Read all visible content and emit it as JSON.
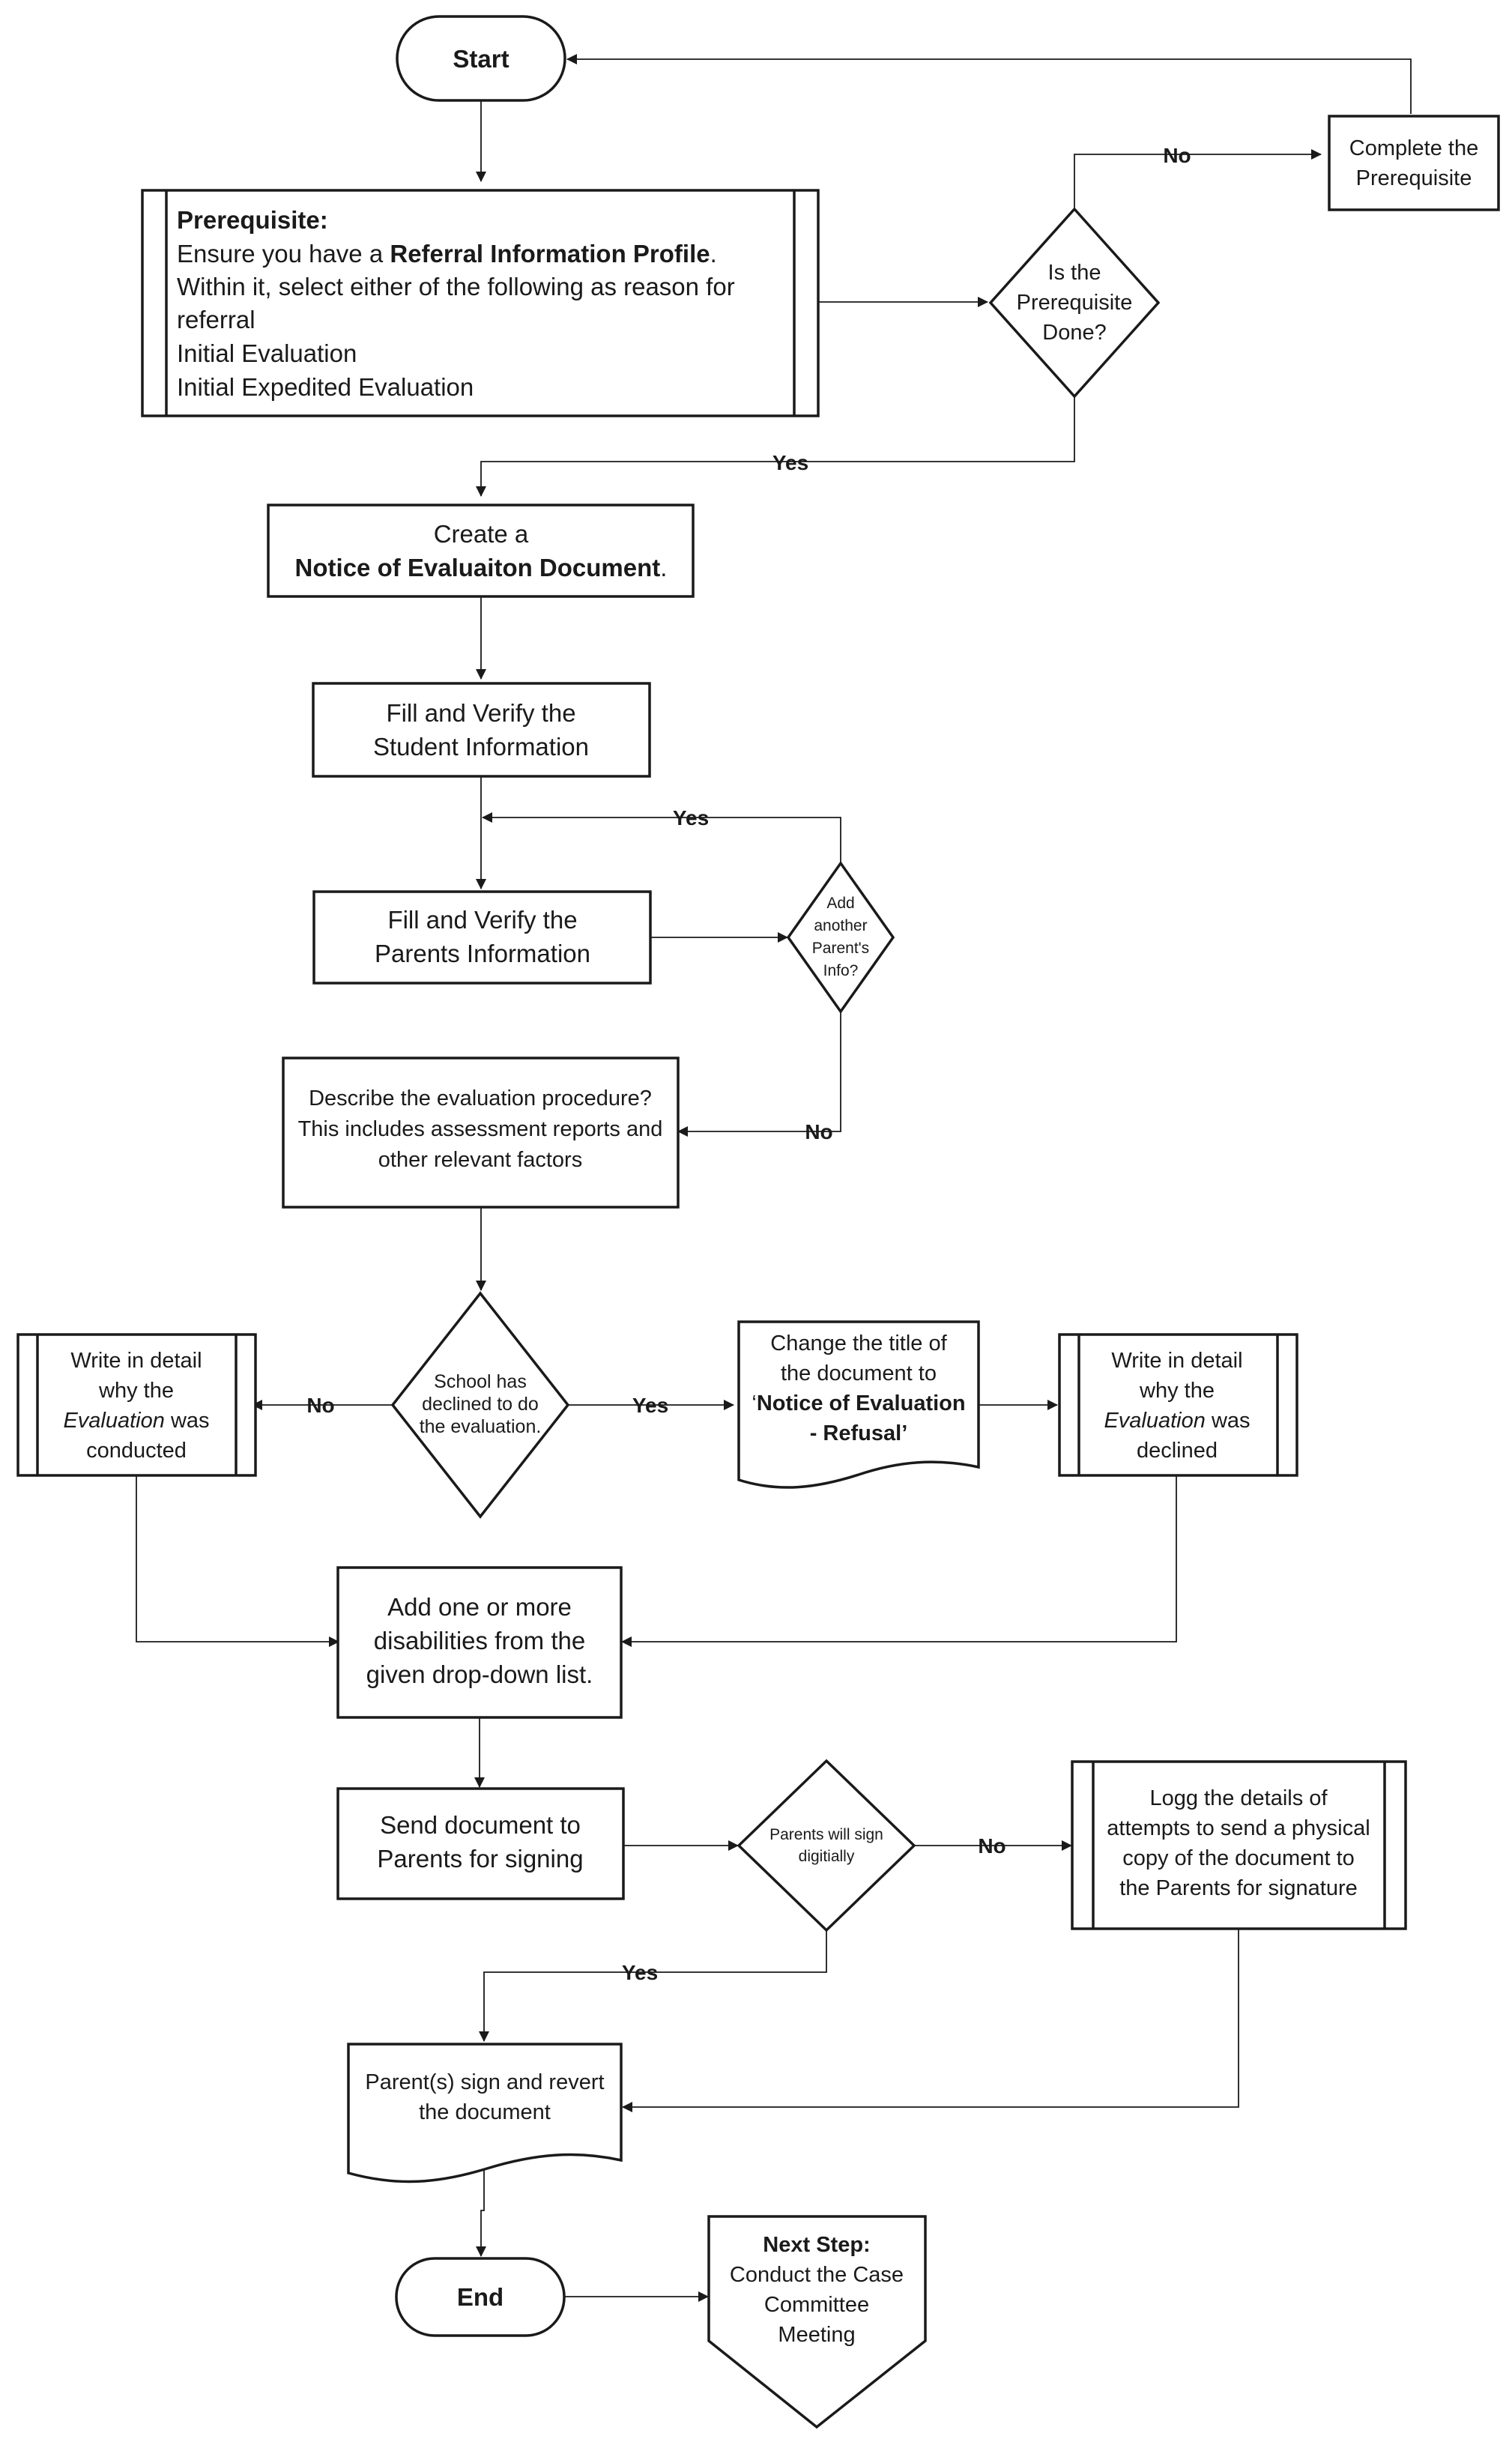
{
  "start": "Start",
  "end": "End",
  "prerequisite": {
    "heading": "Prerequisite:",
    "line1_pre": "Ensure you have a ",
    "line1_bold": "Referral Information Profile",
    "line1_post": ".",
    "line2": "Within it, select either of the following as reason for",
    "line3": "referral",
    "line4": "Initial Evaluation",
    "line5": "Initial Expedited Evaluation"
  },
  "prereq_decision": [
    "Is the",
    "Prerequisite",
    "Done?"
  ],
  "complete_prereq": [
    "Complete the",
    "Prerequisite"
  ],
  "create_notice": {
    "line1": "Create a",
    "bold": "Notice of Evaluaiton Document",
    "post": "."
  },
  "fill_student": [
    "Fill and Verify the",
    "Student Information"
  ],
  "fill_parents": [
    "Fill and Verify the",
    "Parents Information"
  ],
  "add_parent_decision": [
    "Add",
    "another",
    "Parent's",
    "Info?"
  ],
  "describe": [
    "Describe the evaluation procedure?",
    "This includes assessment reports and",
    "other relevant factors"
  ],
  "school_decision": [
    "School has",
    "declined to do",
    "the evaluation."
  ],
  "write_conducted": {
    "line1": "Write in detail",
    "line2": "why the",
    "italic": "Evaluation",
    "line3_post": " was",
    "line4": "conducted"
  },
  "change_title": {
    "line1": "Change the title of",
    "line2": "the document to",
    "line3_pre": "‘",
    "line3_bold": "Notice of Evaluation",
    "line4_bold": "- Refusal",
    "line4_post": "’"
  },
  "write_declined": {
    "line1": "Write in detail",
    "line2": "why the",
    "italic": "Evaluation",
    "line3_post": " was",
    "line4": "declined"
  },
  "add_disabilities": [
    "Add one or more",
    "disabilities from the",
    "given drop-down list."
  ],
  "send_document": [
    "Send document to",
    "Parents for signing"
  ],
  "sign_decision": [
    "Parents will sign",
    "digitially"
  ],
  "logg_details": [
    "Logg the details of",
    "attempts to send a physical",
    "copy of the document to",
    "the Parents for signature"
  ],
  "parents_sign": [
    "Parent(s) sign and revert",
    "the document"
  ],
  "next_step": {
    "heading": "Next Step:",
    "lines": [
      "Conduct the Case",
      "Committee",
      "Meeting"
    ]
  },
  "labels": {
    "yes": "Yes",
    "no": "No"
  }
}
